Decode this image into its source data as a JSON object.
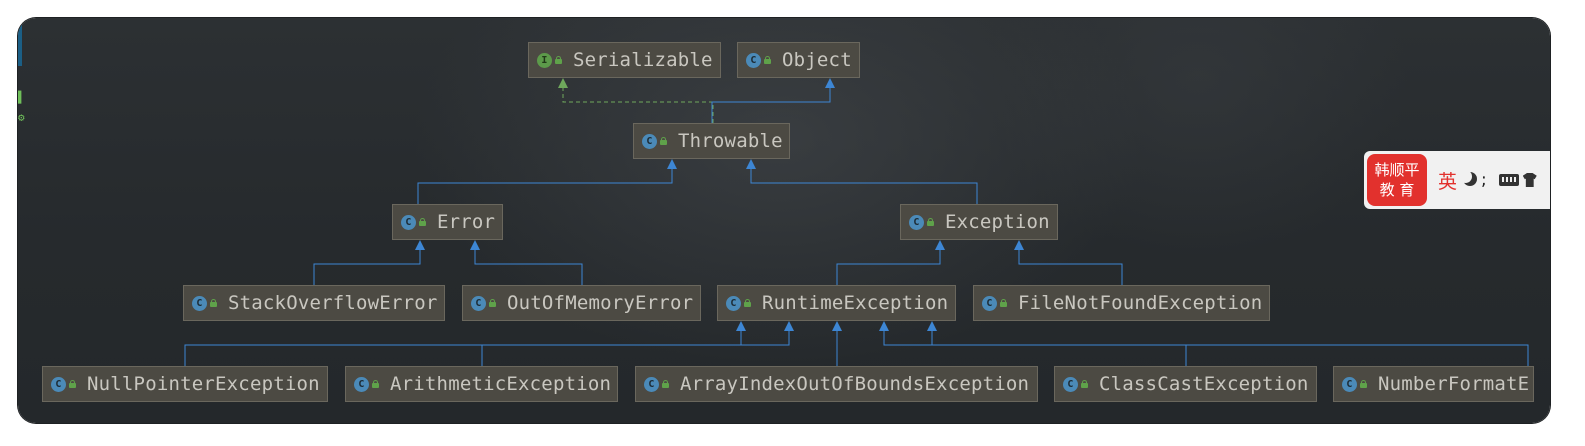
{
  "diagram": {
    "nodes": [
      {
        "id": "serializable",
        "label": "Serializable",
        "kind": "interface",
        "kind_glyph": "I"
      },
      {
        "id": "object",
        "label": "Object",
        "kind": "class",
        "kind_glyph": "C"
      },
      {
        "id": "throwable",
        "label": "Throwable",
        "kind": "class",
        "kind_glyph": "C"
      },
      {
        "id": "error",
        "label": "Error",
        "kind": "class",
        "kind_glyph": "C"
      },
      {
        "id": "exception",
        "label": "Exception",
        "kind": "class",
        "kind_glyph": "C"
      },
      {
        "id": "stackoverflowerror",
        "label": "StackOverflowError",
        "kind": "class",
        "kind_glyph": "C"
      },
      {
        "id": "outofmemoryerror",
        "label": "OutOfMemoryError",
        "kind": "class",
        "kind_glyph": "C"
      },
      {
        "id": "runtimeexception",
        "label": "RuntimeException",
        "kind": "class",
        "kind_glyph": "C"
      },
      {
        "id": "filenotfoundexception",
        "label": "FileNotFoundException",
        "kind": "class",
        "kind_glyph": "C"
      },
      {
        "id": "nullpointerexception",
        "label": "NullPointerException",
        "kind": "class",
        "kind_glyph": "C"
      },
      {
        "id": "arithmeticexception",
        "label": "ArithmeticException",
        "kind": "class",
        "kind_glyph": "C"
      },
      {
        "id": "arrayindexoutofboundsexception",
        "label": "ArrayIndexOutOfBoundsException",
        "kind": "class",
        "kind_glyph": "C"
      },
      {
        "id": "classcastexception",
        "label": "ClassCastException",
        "kind": "class",
        "kind_glyph": "C"
      },
      {
        "id": "numberformatexception",
        "label": "NumberFormatE",
        "kind": "class",
        "kind_glyph": "C"
      }
    ],
    "edges": [
      {
        "from": "throwable",
        "to": "serializable",
        "type": "implements"
      },
      {
        "from": "throwable",
        "to": "object",
        "type": "extends"
      },
      {
        "from": "error",
        "to": "throwable",
        "type": "extends"
      },
      {
        "from": "exception",
        "to": "throwable",
        "type": "extends"
      },
      {
        "from": "stackoverflowerror",
        "to": "error",
        "type": "extends"
      },
      {
        "from": "outofmemoryerror",
        "to": "error",
        "type": "extends"
      },
      {
        "from": "runtimeexception",
        "to": "exception",
        "type": "extends"
      },
      {
        "from": "filenotfoundexception",
        "to": "exception",
        "type": "extends"
      },
      {
        "from": "nullpointerexception",
        "to": "runtimeexception",
        "type": "extends"
      },
      {
        "from": "arithmeticexception",
        "to": "runtimeexception",
        "type": "extends"
      },
      {
        "from": "arrayindexoutofboundsexception",
        "to": "runtimeexception",
        "type": "extends"
      },
      {
        "from": "classcastexception",
        "to": "runtimeexception",
        "type": "extends"
      },
      {
        "from": "numberformatexception",
        "to": "runtimeexception",
        "type": "extends"
      }
    ]
  },
  "ime": {
    "logo_line1": "韩顺平",
    "logo_line2": "教 育",
    "mode": "英",
    "punct": ";"
  },
  "colors": {
    "extends_edge": "#3d86d4",
    "implements_edge": "#6fa85c",
    "node_fill": "#4c4a43",
    "node_text": "#c9c7c0",
    "ime_accent": "#e2312d"
  }
}
